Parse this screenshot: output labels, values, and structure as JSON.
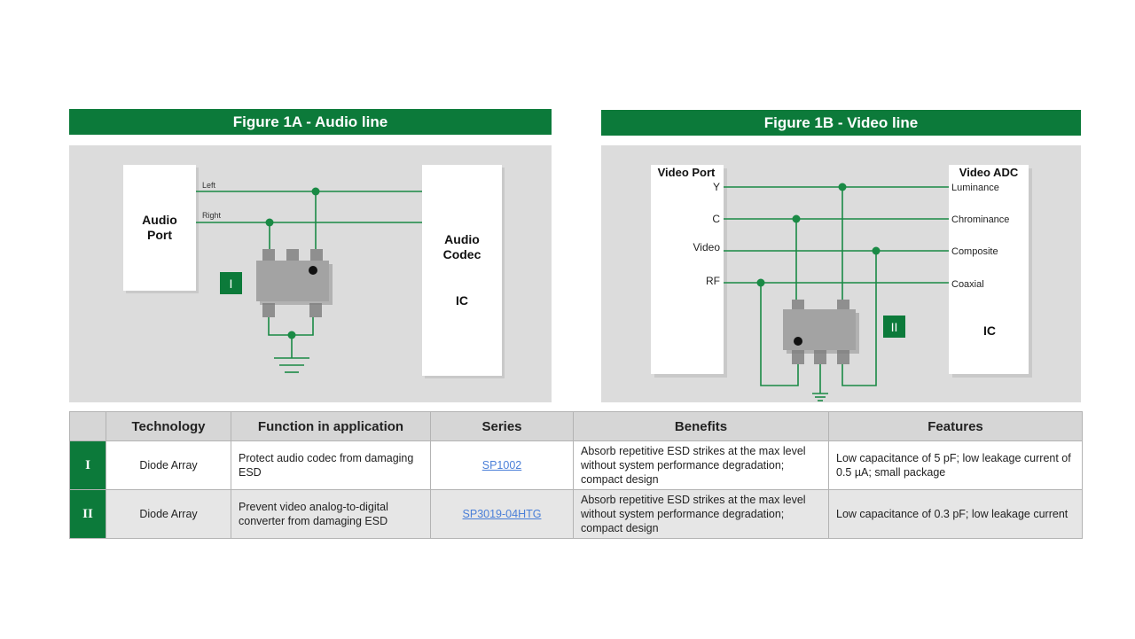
{
  "colors": {
    "brand_green": "#0c7a3a",
    "panel_gray": "#dcdcdc",
    "chip_gray": "#a0a0a0",
    "link_blue": "#4a7fd8"
  },
  "figure_1a": {
    "title": "Figure 1A - Audio line",
    "port_label_1": "Audio",
    "port_label_2": "Port",
    "codec_label_1": "Audio",
    "codec_label_2": "Codec",
    "codec_label_3": "IC",
    "line_left": "Left",
    "line_right": "Right",
    "badge": "I"
  },
  "figure_1b": {
    "title": "Figure 1B - Video line",
    "port_label": "Video Port",
    "adc_label": "Video ADC",
    "adc_ic_label": "IC",
    "inputs": [
      "Y",
      "C",
      "Video",
      "RF"
    ],
    "outputs": [
      "Luminance",
      "Chrominance",
      "Composite",
      "Coaxial"
    ],
    "badge": "II"
  },
  "table": {
    "headers": [
      "",
      "Technology",
      "Function in application",
      "Series",
      "Benefits",
      "Features"
    ],
    "rows": [
      {
        "id": "I",
        "technology": "Diode Array",
        "function": "Protect audio codec from damaging ESD",
        "series": "SP1002",
        "benefits": "Absorb repetitive ESD strikes at the max level without system performance degradation; compact design",
        "features": "Low capacitance of 5 pF; low leakage current of 0.5 µA; small package"
      },
      {
        "id": "II",
        "technology": "Diode Array",
        "function": "Prevent video analog-to-digital converter from damaging ESD",
        "series": "SP3019-04HTG",
        "benefits": "Absorb repetitive ESD strikes at the max level without system performance degradation; compact design",
        "features": "Low capacitance of 0.3 pF; low leakage current"
      }
    ]
  }
}
